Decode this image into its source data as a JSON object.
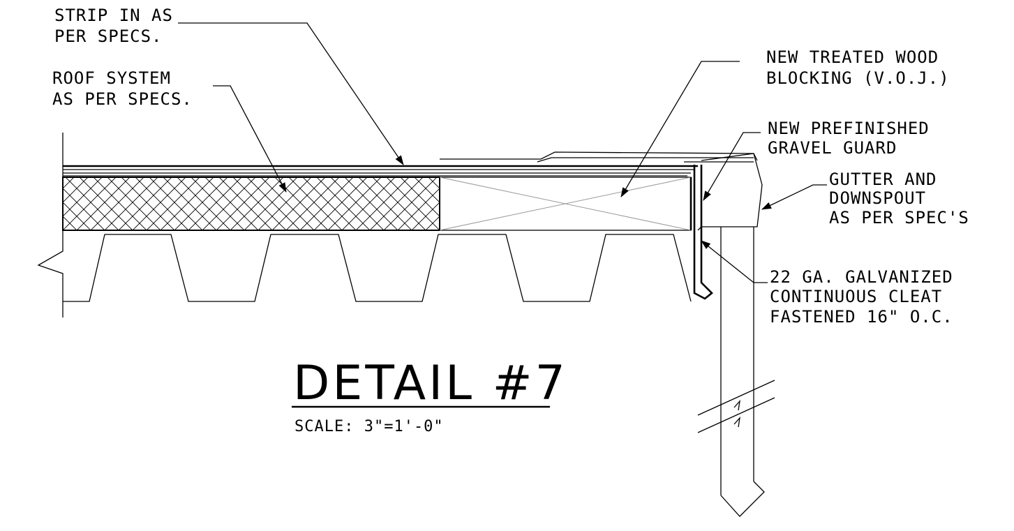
{
  "labels": {
    "strip_in": [
      "STRIP IN AS",
      "PER SPECS."
    ],
    "roof_system": [
      "ROOF SYSTEM",
      "AS PER SPECS."
    ],
    "wood_blocking": [
      "NEW TREATED WOOD",
      "BLOCKING (V.O.J.)"
    ],
    "gravel_guard": [
      "NEW PREFINISHED",
      "GRAVEL GUARD"
    ],
    "gutter": [
      "GUTTER AND",
      "DOWNSPOUT",
      "AS PER SPEC'S"
    ],
    "cleat": [
      "22 GA. GALVANIZED",
      "CONTINUOUS CLEAT",
      "FASTENED 16\" O.C."
    ]
  },
  "title": "DETAIL #7",
  "scale": "SCALE: 3\"=1'-0\""
}
